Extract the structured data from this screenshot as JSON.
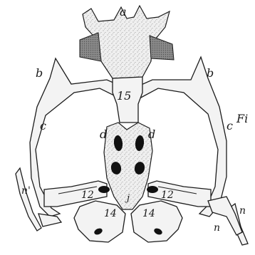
{
  "figure": {
    "caption_partial": "Fi",
    "labels": {
      "a": "a",
      "b_left": "b",
      "b_right": "b",
      "c_left": "c",
      "c_right": "c",
      "d_left": "d",
      "d_right": "d",
      "n15": "15",
      "n12_left": "12",
      "n12_right": "12",
      "n14_left": "14",
      "n14_right": "14",
      "j": "j",
      "n_prime": "n'",
      "n_right_upper": "n",
      "n_right_lower": "n"
    }
  }
}
